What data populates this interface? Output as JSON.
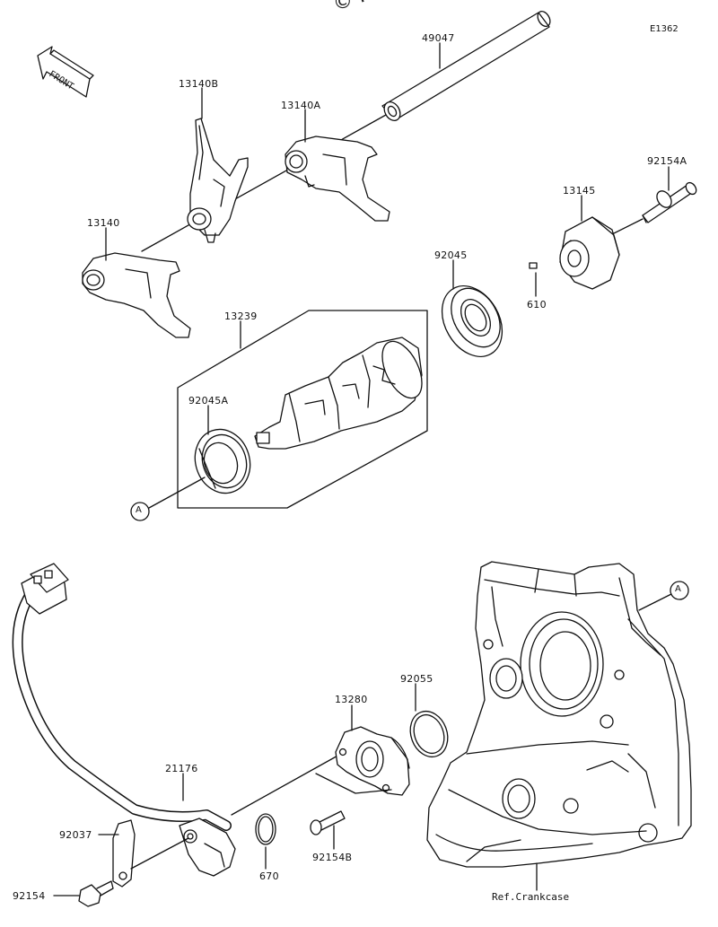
{
  "watermark": "© Partzilla.com",
  "diagram_code": "E1362",
  "front_label": "FRONT",
  "reference_label": "Ref.Crankcase",
  "callout_letter": "A",
  "labels": {
    "p49047": "49047",
    "p13140B": "13140B",
    "p13140A": "13140A",
    "p13140": "13140",
    "p92154A": "92154A",
    "p13145": "13145",
    "p92045": "92045",
    "p610": "610",
    "p13239": "13239",
    "p92045A": "92045A",
    "p92055": "92055",
    "p13280": "13280",
    "p21176": "21176",
    "p92037": "92037",
    "p670": "670",
    "p92154B": "92154B",
    "p92154": "92154"
  }
}
